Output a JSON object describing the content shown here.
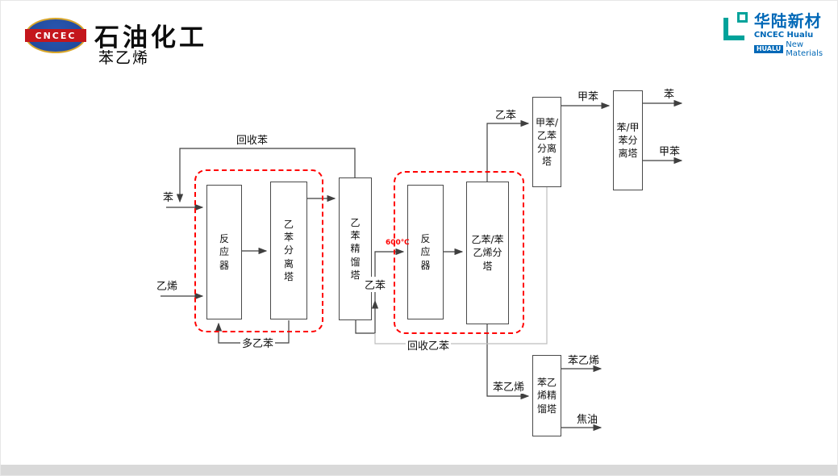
{
  "header": {
    "cncec_logo_text": "CNCEC",
    "brand_title": "石油化工",
    "page_title": "苯乙烯",
    "hualu": {
      "name_cn": "华陆新材",
      "line_en": "CNCEC Hualu",
      "badge": "HUALU",
      "line_en2": "New Materials"
    }
  },
  "colors": {
    "accent_red": "#ff0000",
    "line_dark": "#3f3f3f",
    "line_gray": "#bdbdbd",
    "cncec_blue": "#1e4796",
    "cncec_red": "#c4161c",
    "hualu_blue": "#0068b7",
    "hualu_teal": "#00a29a",
    "footer_gray": "#d9d9d9"
  },
  "diagram": {
    "boxes": {
      "reactor1": "反\n应\n器",
      "eb_separation_tower": "乙\n苯\n分\n离\n塔",
      "eb_distillation_tower": "乙\n苯\n精\n馏\n塔",
      "reactor2": "反\n应\n器",
      "eb_styrene_splitter": "乙苯/苯\n乙烯分\n塔",
      "toluene_eb_separation_tower": "甲苯/\n乙苯\n分离\n塔",
      "benzene_toluene_separation_tower": "苯/甲\n苯分\n离塔",
      "styrene_distillation_tower": "苯乙\n烯精\n馏塔"
    },
    "streams": {
      "benzene_feed": "苯",
      "ethylene_feed": "乙烯",
      "recycled_benzene": "回收苯",
      "poly_ethylbenzene": "多乙苯",
      "ethylbenzene_feed": "乙苯",
      "reactor2_temperature": "600℃",
      "ethylbenzene_overhead": "乙苯",
      "toluene": "甲苯",
      "benzene_out": "苯",
      "toluene_out": "甲苯",
      "recycled_ethylbenzene": "回收乙苯",
      "crude_styrene": "苯乙烯",
      "styrene_out": "苯乙烯",
      "tar": "焦油"
    }
  }
}
